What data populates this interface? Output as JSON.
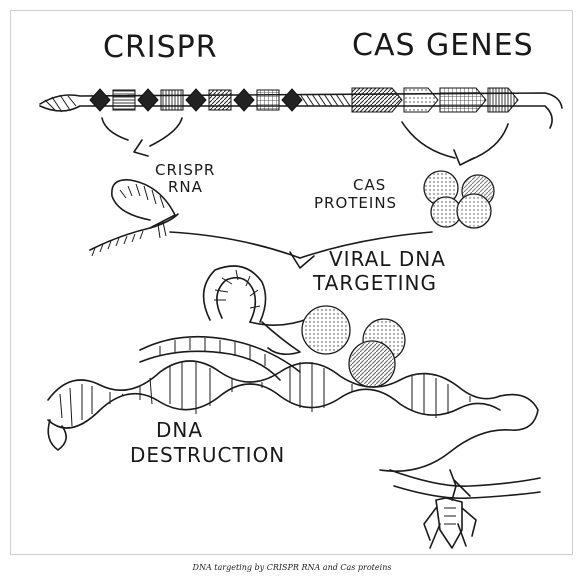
{
  "figure": {
    "heading_crispr": "CRISPR",
    "heading_cas_genes": "CAS GENES",
    "label_crispr_rna_line1": "CRISPR",
    "label_crispr_rna_line2": "RNA",
    "label_cas_proteins_line1": "CAS",
    "label_cas_proteins_line2": "PROTEINS",
    "label_viral_line1": "VIRAL DNA",
    "label_viral_line2": "TARGETING",
    "label_dna_line1": "DNA",
    "label_dna_line2": "DESTRUCTION"
  },
  "caption": "DNA targeting by CRISPR RNA and Cas proteins"
}
